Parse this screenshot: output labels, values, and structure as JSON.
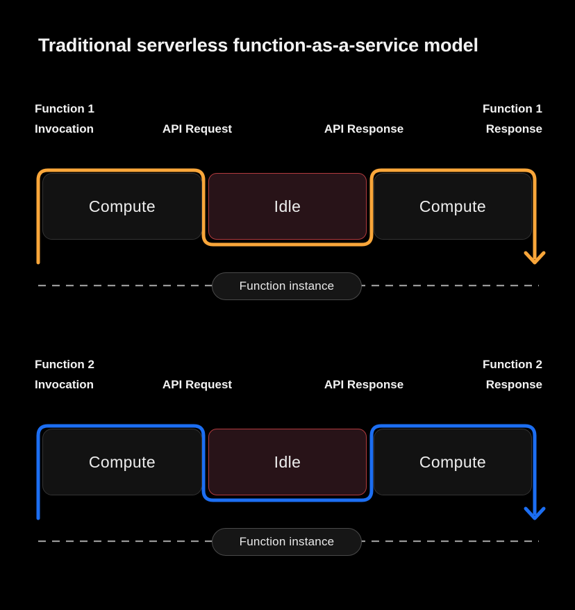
{
  "title": "Traditional serverless function-as-a-service model",
  "colors": {
    "background": "#000000",
    "text_primary": "#F2F2F2",
    "f1_accent": "#F9A63A",
    "f2_accent": "#1C6EF2",
    "compute_bg": "#121212",
    "compute_border": "#343434",
    "compute_text": "#EDEDED",
    "idle_bg": "#281318",
    "idle_border": "#B33B3E",
    "dash_color": "#999999",
    "pill_bg": "#161616",
    "pill_border": "#4A4A4A",
    "pill_text": "#E9E9E9"
  },
  "rows": [
    {
      "id": "function-1",
      "accent": "#F9A63A",
      "labels": {
        "start_line1": "Function 1",
        "start_line2": "Invocation",
        "api_request": "API Request",
        "api_response": "API Response",
        "end_line1": "Function 1",
        "end_line2": "Response"
      },
      "boxes": [
        {
          "label": "Compute",
          "type": "compute"
        },
        {
          "label": "Idle",
          "type": "idle"
        },
        {
          "label": "Compute",
          "type": "compute"
        }
      ],
      "instance_label": "Function instance"
    },
    {
      "id": "function-2",
      "accent": "#1C6EF2",
      "labels": {
        "start_line1": "Function 2",
        "start_line2": "Invocation",
        "api_request": "API Request",
        "api_response": "API Response",
        "end_line1": "Function 2",
        "end_line2": "Response"
      },
      "boxes": [
        {
          "label": "Compute",
          "type": "compute"
        },
        {
          "label": "Idle",
          "type": "idle"
        },
        {
          "label": "Compute",
          "type": "compute"
        }
      ],
      "instance_label": "Function instance"
    }
  ]
}
